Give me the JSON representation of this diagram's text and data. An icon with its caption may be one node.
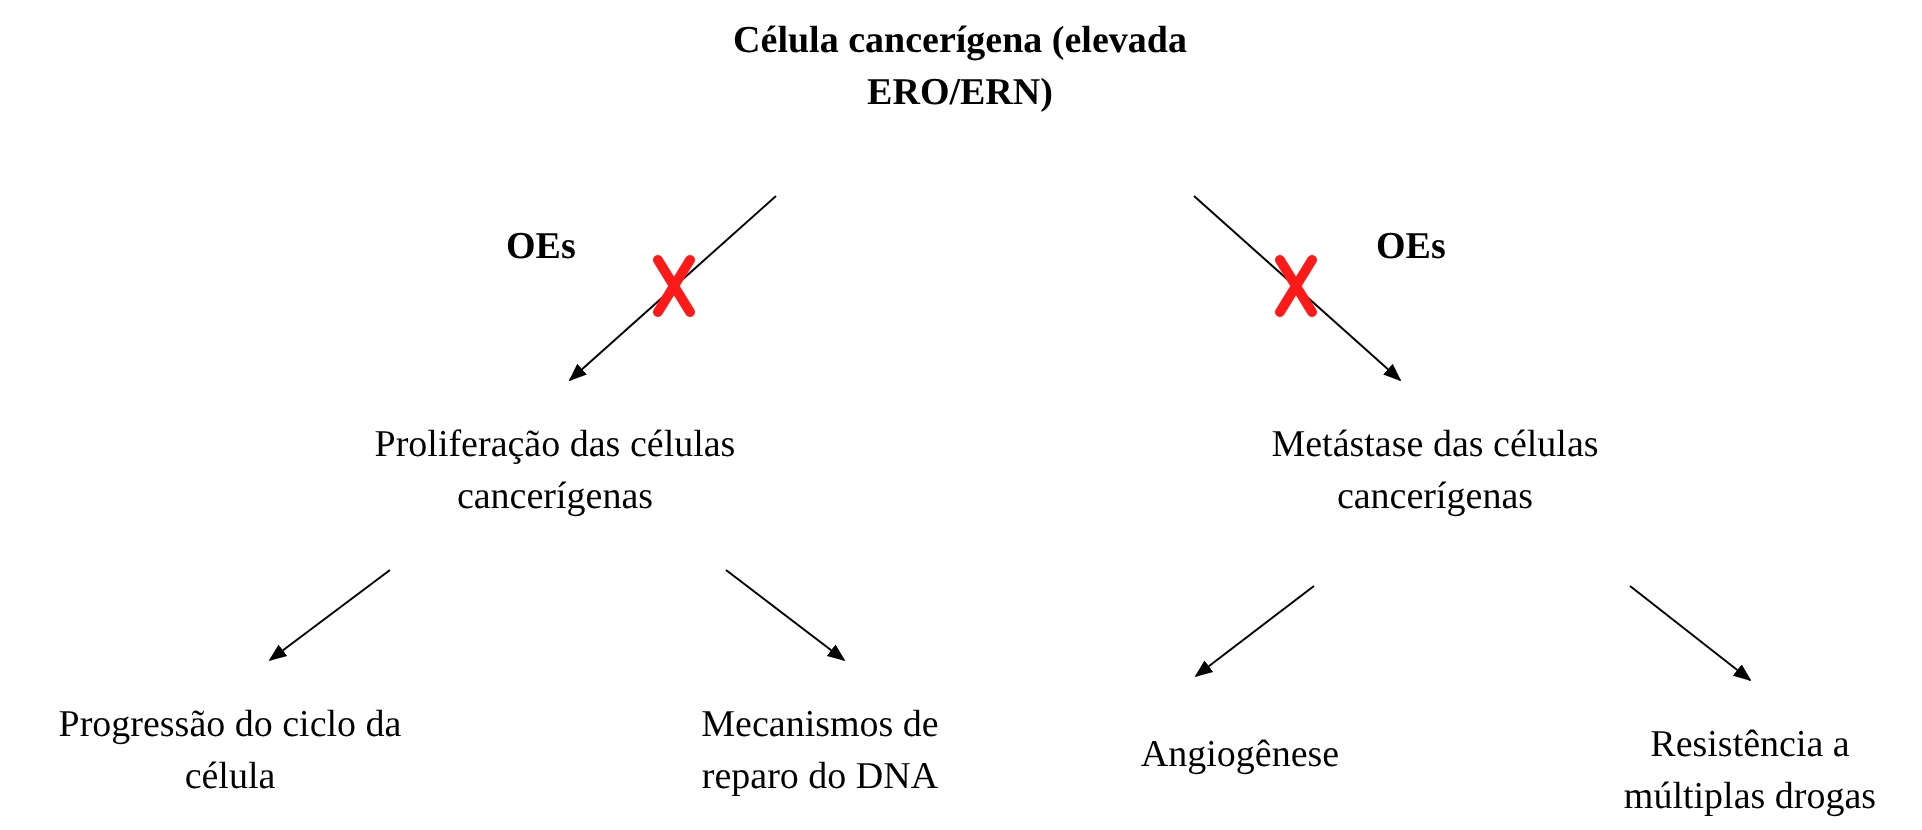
{
  "diagram": {
    "nodes": [
      {
        "text": [
          "Célula cancerígena (elevada ERO/ERN)"
        ]
      },
      {
        "text": [
          "Proliferação das células cancerígenas"
        ]
      },
      {
        "text": [
          "Metástase das células cancerígenas"
        ]
      },
      {
        "text": [
          "Progressão do ciclo da célula"
        ]
      },
      {
        "text": [
          "Mecanismos de reparo do DNA"
        ]
      },
      {
        "text": [
          "Angiogênese"
        ]
      },
      {
        "text": [
          "Resistência a múltiplas drogas"
        ]
      }
    ],
    "edges": [
      {
        "from": 0,
        "to": 1,
        "arrow": "to",
        "label": "OEs"
      },
      {
        "from": 0,
        "to": 2,
        "arrow": "to",
        "label": "OEs"
      },
      {
        "from": 1,
        "to": 3,
        "arrow": "to"
      },
      {
        "from": 1,
        "to": 4,
        "arrow": "to"
      },
      {
        "from": 2,
        "to": 5,
        "arrow": "to"
      },
      {
        "from": 2,
        "to": 6,
        "arrow": "to"
      }
    ]
  }
}
